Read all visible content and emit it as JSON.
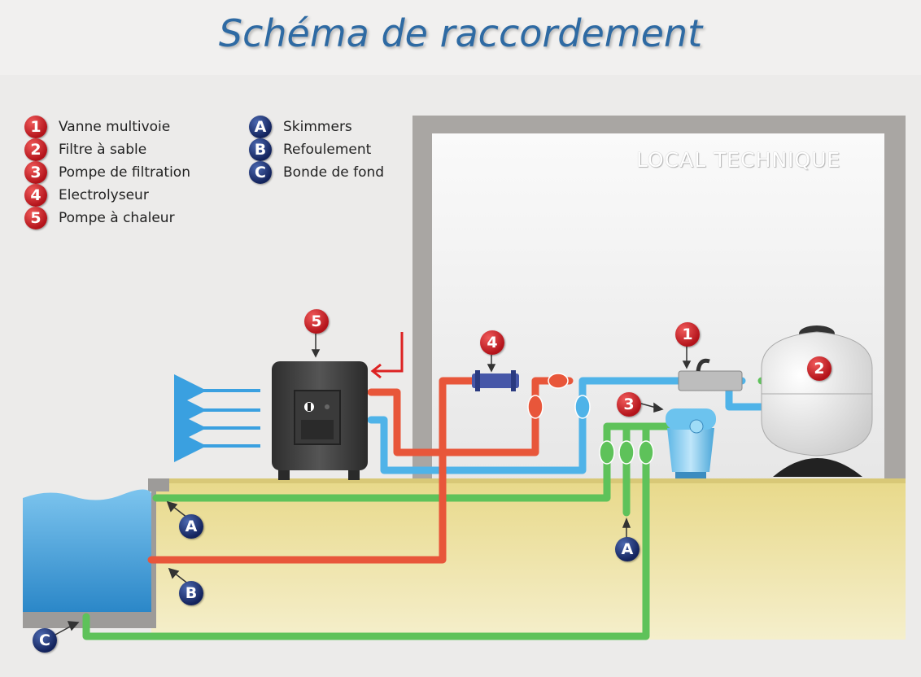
{
  "title": "Schéma de raccordement",
  "room_label": "LOCAL TECHNIQUE",
  "legend_numbers": [
    {
      "id": "1",
      "label": "Vanne multivoie"
    },
    {
      "id": "2",
      "label": "Filtre à sable"
    },
    {
      "id": "3",
      "label": "Pompe de filtration"
    },
    {
      "id": "4",
      "label": "Electrolyseur"
    },
    {
      "id": "5",
      "label": "Pompe à chaleur"
    }
  ],
  "legend_letters": [
    {
      "id": "A",
      "label": "Skimmers"
    },
    {
      "id": "B",
      "label": "Refoulement"
    },
    {
      "id": "C",
      "label": "Bonde de fond"
    }
  ],
  "colors": {
    "title": "#2e6aa3",
    "hot_pipe": "#e8563a",
    "cold_pipe": "#4fb3e8",
    "suction_pipe": "#5ec25a",
    "ground": "#e8dc9e",
    "pool_water": "#3f9fd9",
    "badge_red": "#c0161d",
    "badge_blue": "#1a2a66"
  }
}
